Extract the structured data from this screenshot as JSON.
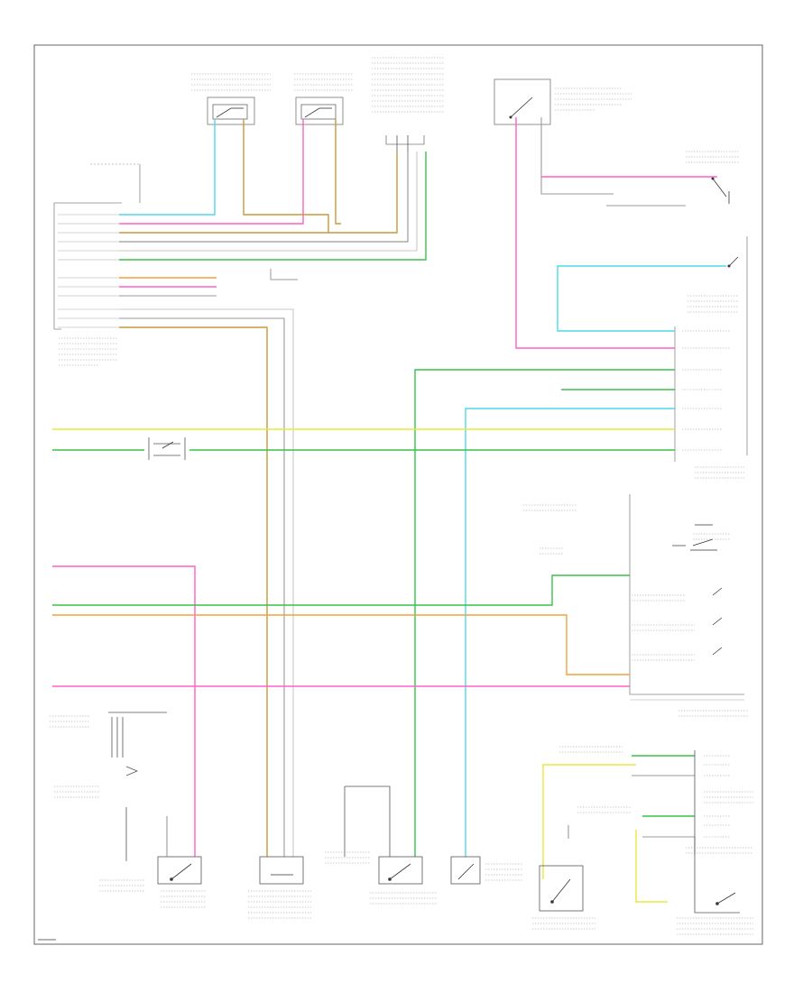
{
  "diagram": {
    "kind": "automotive wiring schematic",
    "text_legible": false,
    "wire_colors": {
      "cyan": "#4fd8e8",
      "pink": "#ff60c8",
      "tan": "#c89a3c",
      "orange": "#f2a040",
      "yellow": "#e8e840",
      "green": "#39c24a",
      "gray": "#9a9a9a",
      "light_gray": "#c8c8c8",
      "black": "#222222"
    },
    "components": [
      "module-connector-left",
      "switch-top-1",
      "switch-top-2",
      "relay-top-center",
      "switch-top-right",
      "ground-switch-right",
      "module-right-upper",
      "module-right-middle",
      "switch-bottom-1",
      "sensor-bottom-2",
      "switch-bottom-3",
      "switch-bottom-4",
      "switch-bottom-5",
      "switch-assembly-bottom-right"
    ]
  }
}
